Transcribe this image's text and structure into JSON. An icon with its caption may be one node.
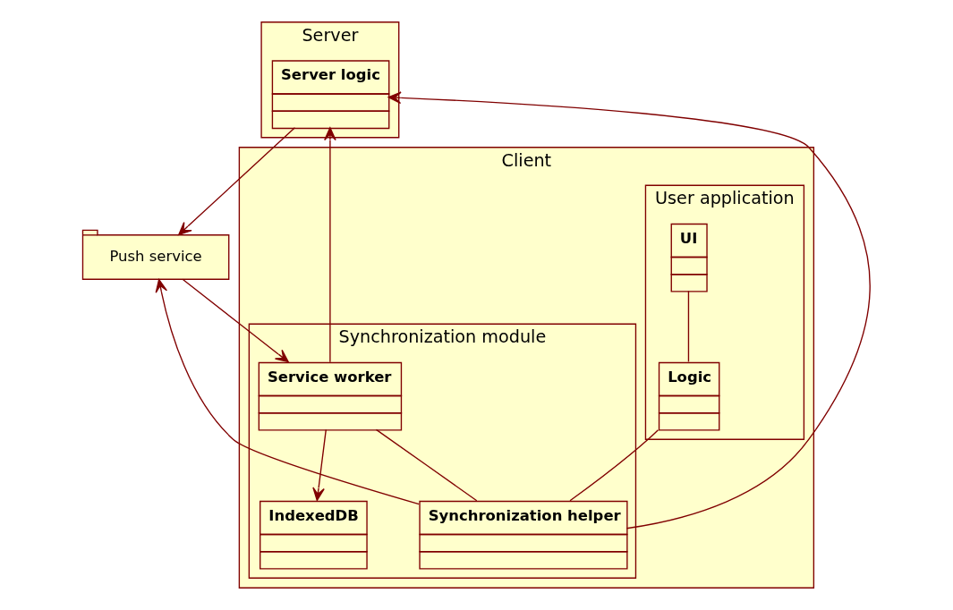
{
  "diagram": {
    "nodes": [
      {
        "text": [
          "Server"
        ]
      },
      {
        "text": [
          "Server logic"
        ],
        "in": 0
      },
      {
        "text": [
          "Push service"
        ]
      },
      {
        "text": [
          "Client"
        ]
      },
      {
        "text": [
          "User application"
        ],
        "in": 3
      },
      {
        "text": [
          "UI"
        ],
        "in": 4
      },
      {
        "text": [
          "Logic"
        ],
        "in": 4
      },
      {
        "text": [
          "Synchronization module"
        ],
        "in": 3
      },
      {
        "text": [
          "Service worker"
        ],
        "in": 7
      },
      {
        "text": [
          "Synchronization helper"
        ],
        "in": 7
      },
      {
        "text": [
          "IndexedDB"
        ],
        "in": 7
      }
    ],
    "edges": [
      {
        "from": 1,
        "to": 2,
        "arrow": "to"
      },
      {
        "from": 9,
        "to": 1,
        "arrow": "to"
      },
      {
        "from": 8,
        "to": 1,
        "arrow": "to"
      },
      {
        "from": 9,
        "to": 2,
        "arrow": "to"
      },
      {
        "from": 2,
        "to": 8,
        "arrow": "to"
      },
      {
        "from": 8,
        "to": 10,
        "arrow": "to"
      },
      {
        "from": 5,
        "to": 6,
        "arrow": "none"
      },
      {
        "from": 6,
        "to": 9,
        "arrow": "none"
      },
      {
        "from": 8,
        "to": 9,
        "arrow": "none"
      }
    ]
  }
}
